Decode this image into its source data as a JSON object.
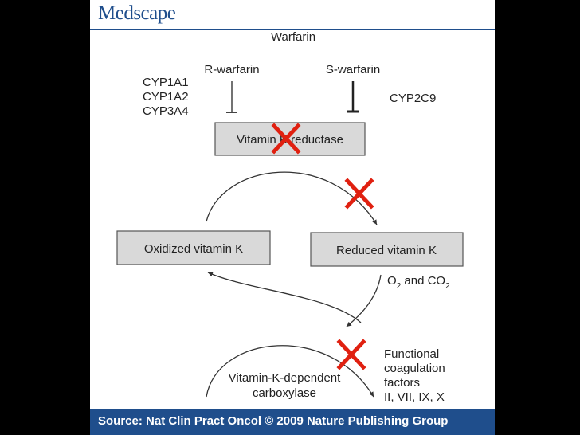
{
  "header": {
    "logo": "Medscape"
  },
  "diagram": {
    "title": "Warfarin",
    "r_warfarin": "R-warfarin",
    "s_warfarin": "S-warfarin",
    "cyp_left": [
      "CYP1A1",
      "CYP1A2",
      "CYP3A4"
    ],
    "cyp_right": "CYP2C9",
    "reductase_label": "Vitamin K reductase",
    "oxidized_label": "Oxidized vitamin K",
    "reduced_label": "Reduced vitamin K",
    "o2_co2": {
      "o": "O",
      "sub1": "2",
      "and": " and CO",
      "sub2": "2"
    },
    "carboxylase_lines": [
      "Vitamin-K-dependent",
      "carboxylase"
    ],
    "functional_lines": [
      "Functional",
      "coagulation",
      "factors",
      "II, VII, IX, X"
    ]
  },
  "footer": {
    "source": "Source: Nat Clin Pract Oncol © 2009 Nature Publishing Group"
  },
  "colors": {
    "brand_blue": "#1f4e8c",
    "cross_red": "#e02010",
    "box_fill": "#d9d9d9"
  }
}
